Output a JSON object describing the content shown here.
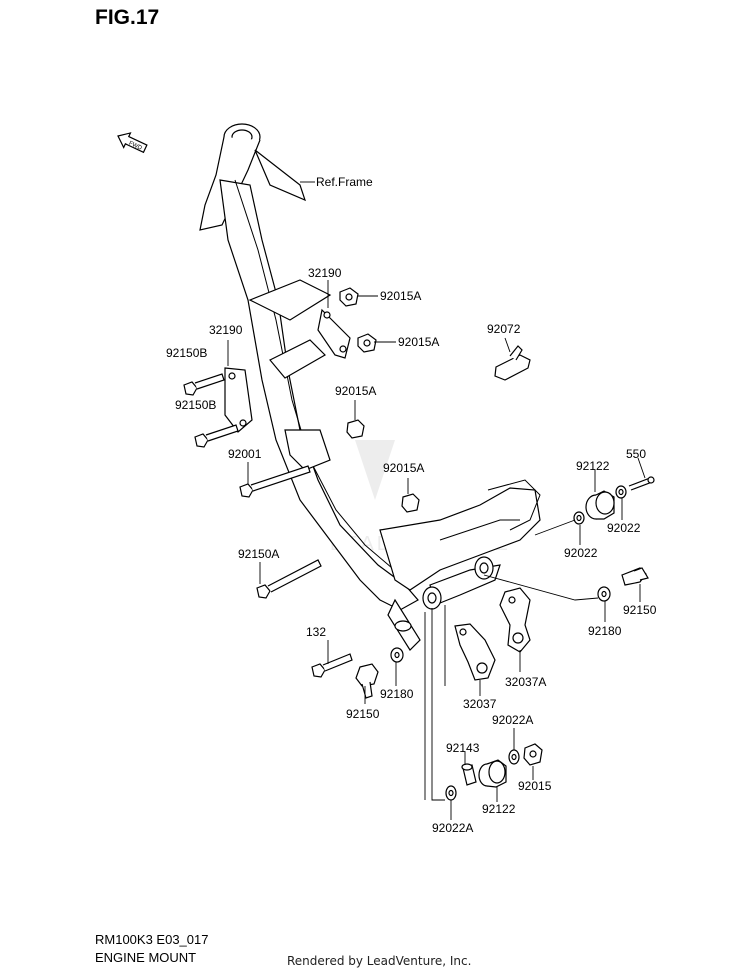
{
  "figure": {
    "title": "FIG.17"
  },
  "direction_marker": "FWD",
  "ref_label": "Ref.Frame",
  "watermark": "LEADVENTURE",
  "parts": {
    "p32190_upper": "32190",
    "p92015A_1": "92015A",
    "p92015A_2": "92015A",
    "p92072": "92072",
    "p32190_lower": "32190",
    "p92150B_1": "92150B",
    "p92150B_2": "92150B",
    "p92015A_3": "92015A",
    "p92001": "92001",
    "p92015A_4": "92015A",
    "p550": "550",
    "p92122_r": "92122",
    "p92022_r1": "92022",
    "p92022_r2": "92022",
    "p92150A": "92150A",
    "p92150_r": "92150",
    "p92180_r": "92180",
    "p132": "132",
    "p32037A": "32037A",
    "p32037": "32037",
    "p92180_l": "92180",
    "p92150_l": "92150",
    "p92022A_1": "92022A",
    "p92143": "92143",
    "p92015": "92015",
    "p92122_b": "92122",
    "p92022A_2": "92022A"
  },
  "footer": {
    "code": "RM100K3 E03_017",
    "name": "ENGINE MOUNT",
    "rendered_by": "Rendered by LeadVenture, Inc."
  }
}
